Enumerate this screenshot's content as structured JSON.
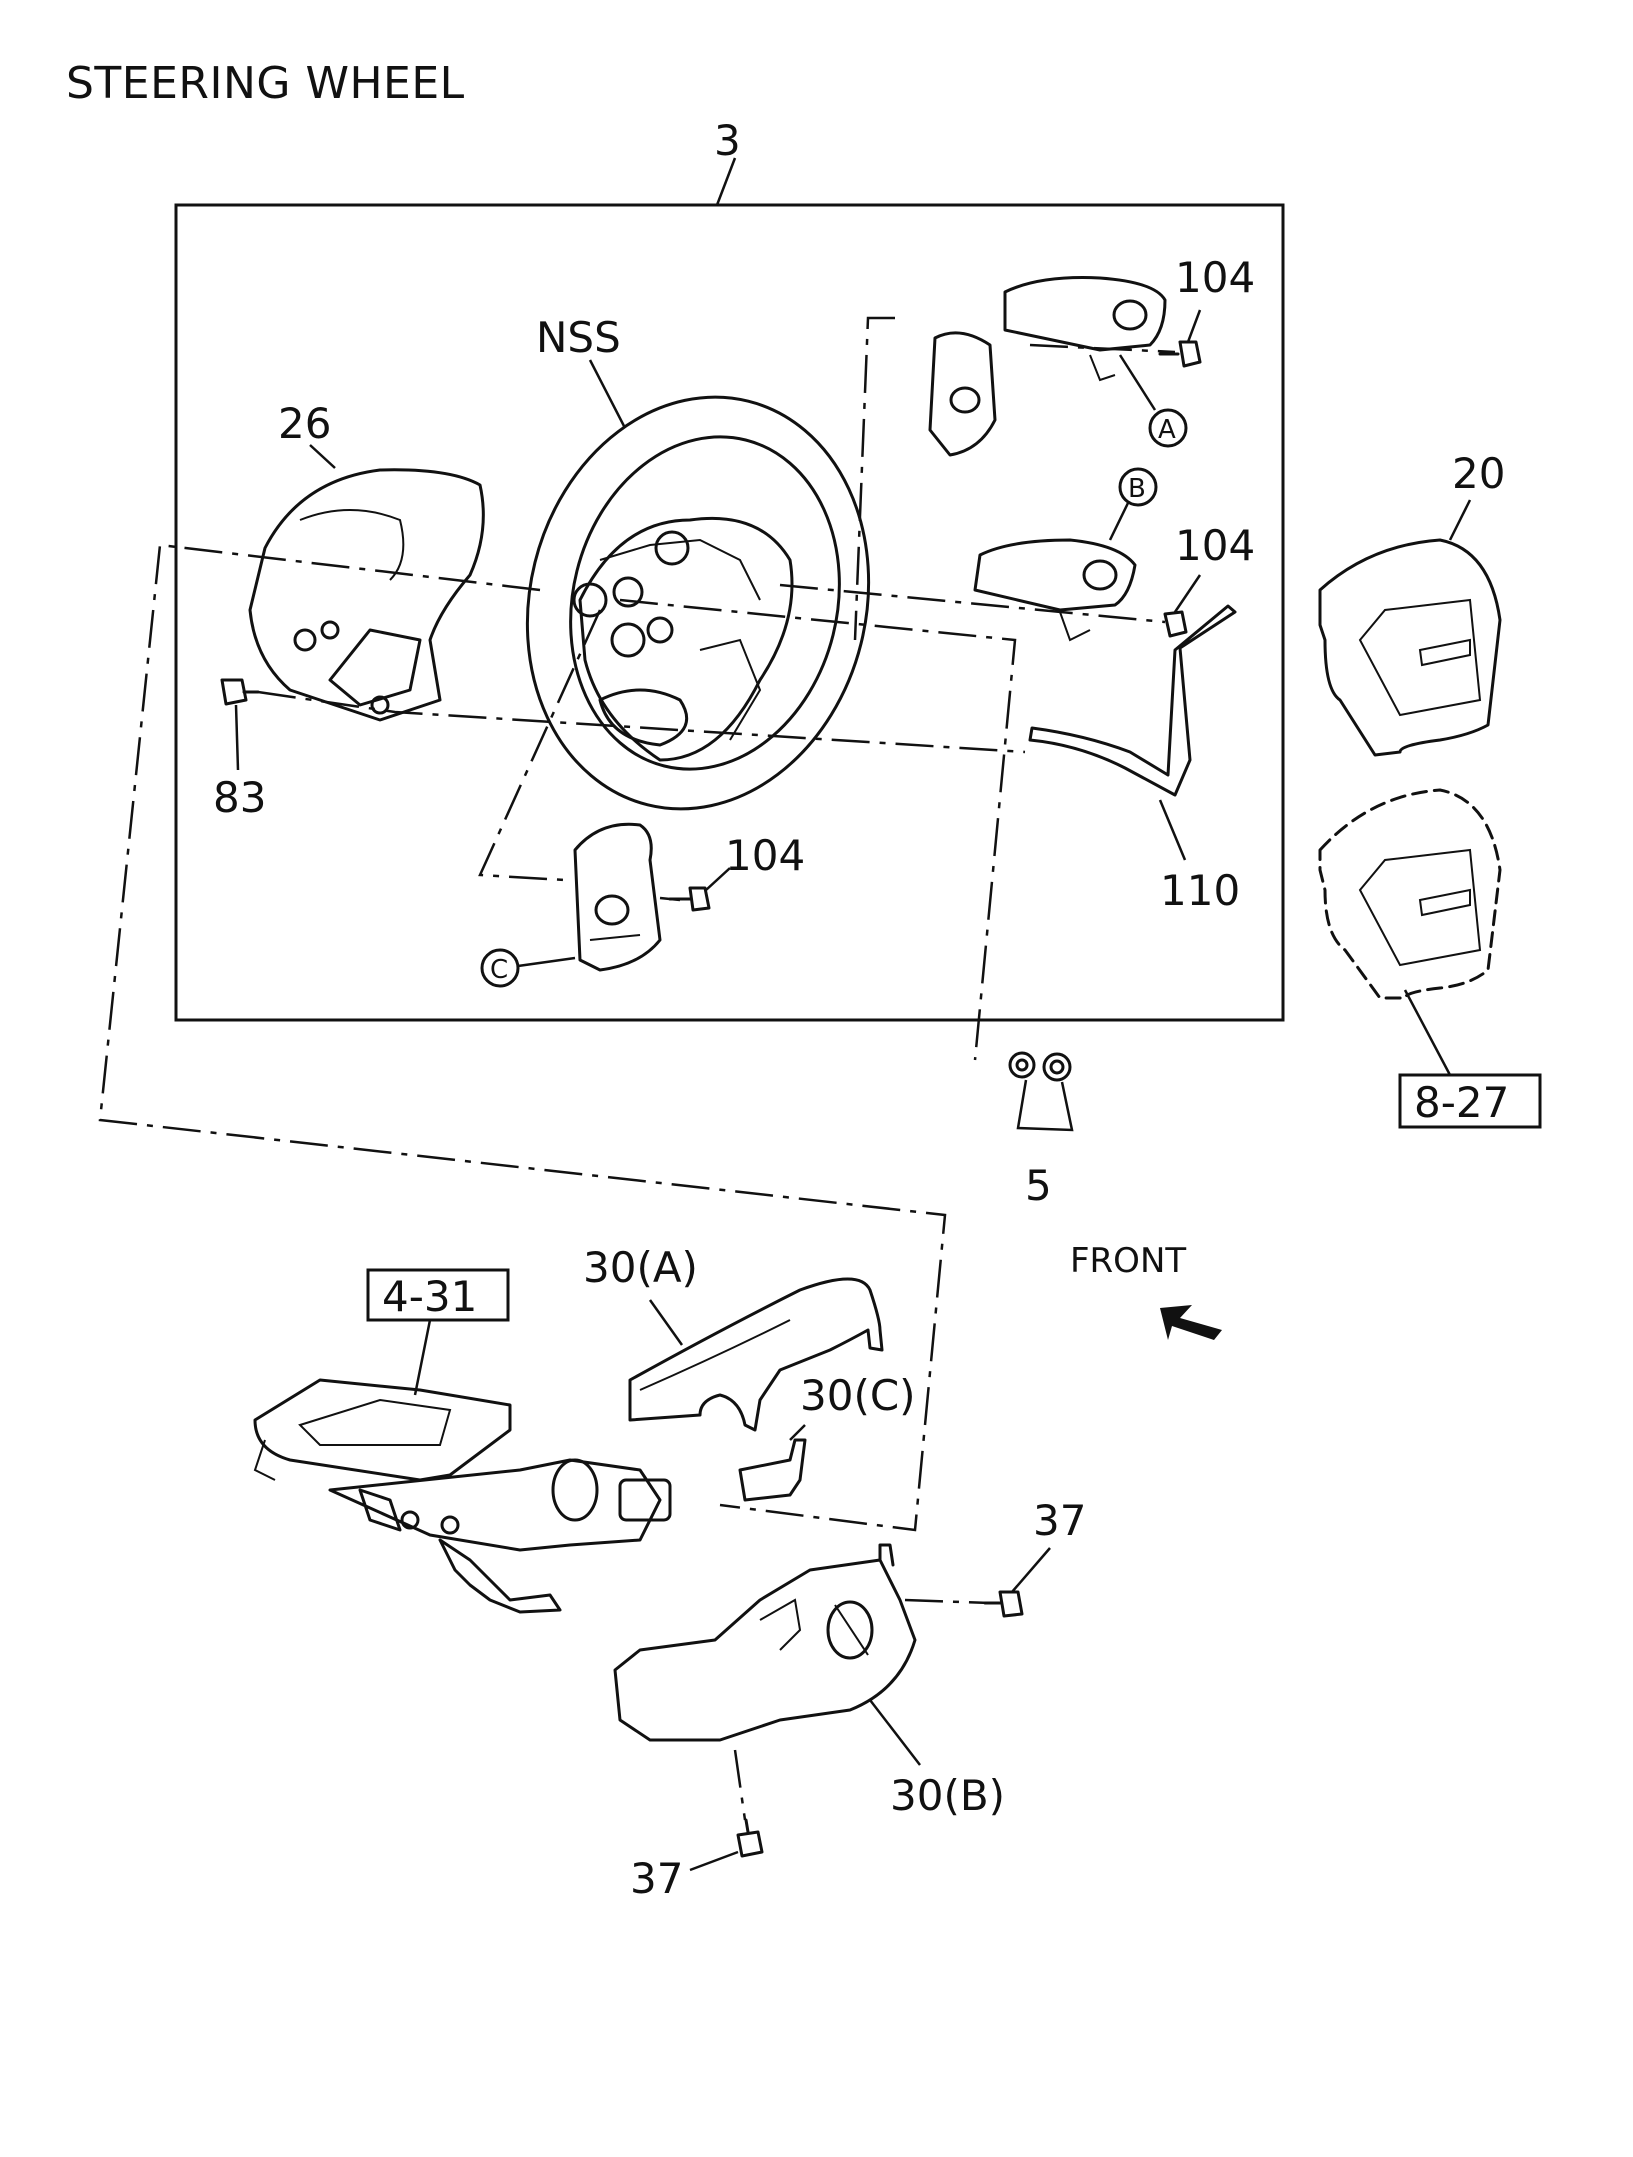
{
  "title": "STEERING WHEEL",
  "labels": {
    "assembly": "3",
    "nss": "NSS",
    "p26": "26",
    "p83": "83",
    "p104_a": "104",
    "p104_b": "104",
    "p104_c": "104",
    "p110": "110",
    "p20": "20",
    "ref_8_27": "8-27",
    "p5": "5",
    "front": "FRONT",
    "ref_4_31": "4-31",
    "p30a": "30(A)",
    "p30c": "30(C)",
    "p30b": "30(B)",
    "p37_a": "37",
    "p37_b": "37"
  },
  "callouts": {
    "a": "A",
    "b": "B",
    "c": "C"
  }
}
